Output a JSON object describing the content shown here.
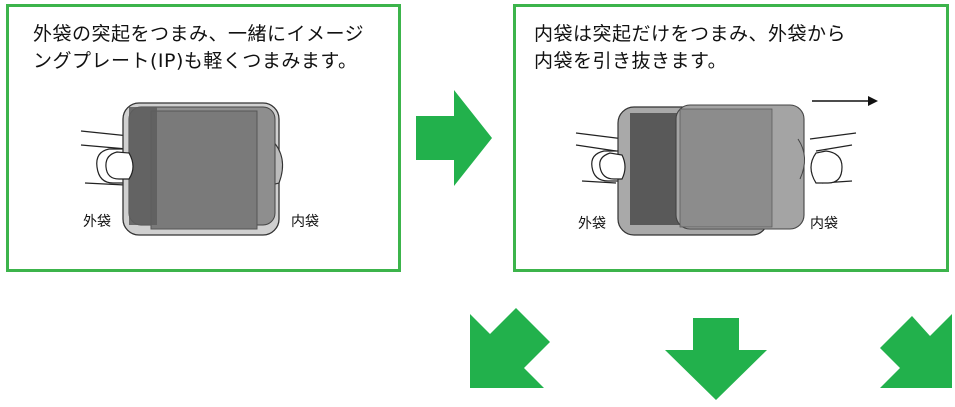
{
  "steps": [
    {
      "text": "外袋の突起をつまみ、一緒にイメージ\nングプレート(IP)も軽くつまみます。",
      "outer_label": "外袋",
      "inner_label": "内袋"
    },
    {
      "text": "内袋は突起だけをつまみ、外袋から\n内袋を引き抜きます。",
      "outer_label": "外袋",
      "inner_label": "内袋"
    }
  ],
  "colors": {
    "border": "#3cb44b",
    "arrow": "#22b14c"
  },
  "icons": [
    "right-arrow-icon",
    "pull-direction-arrow-icon",
    "down-left-arrow-icon",
    "down-arrow-icon",
    "down-right-arrow-icon"
  ]
}
